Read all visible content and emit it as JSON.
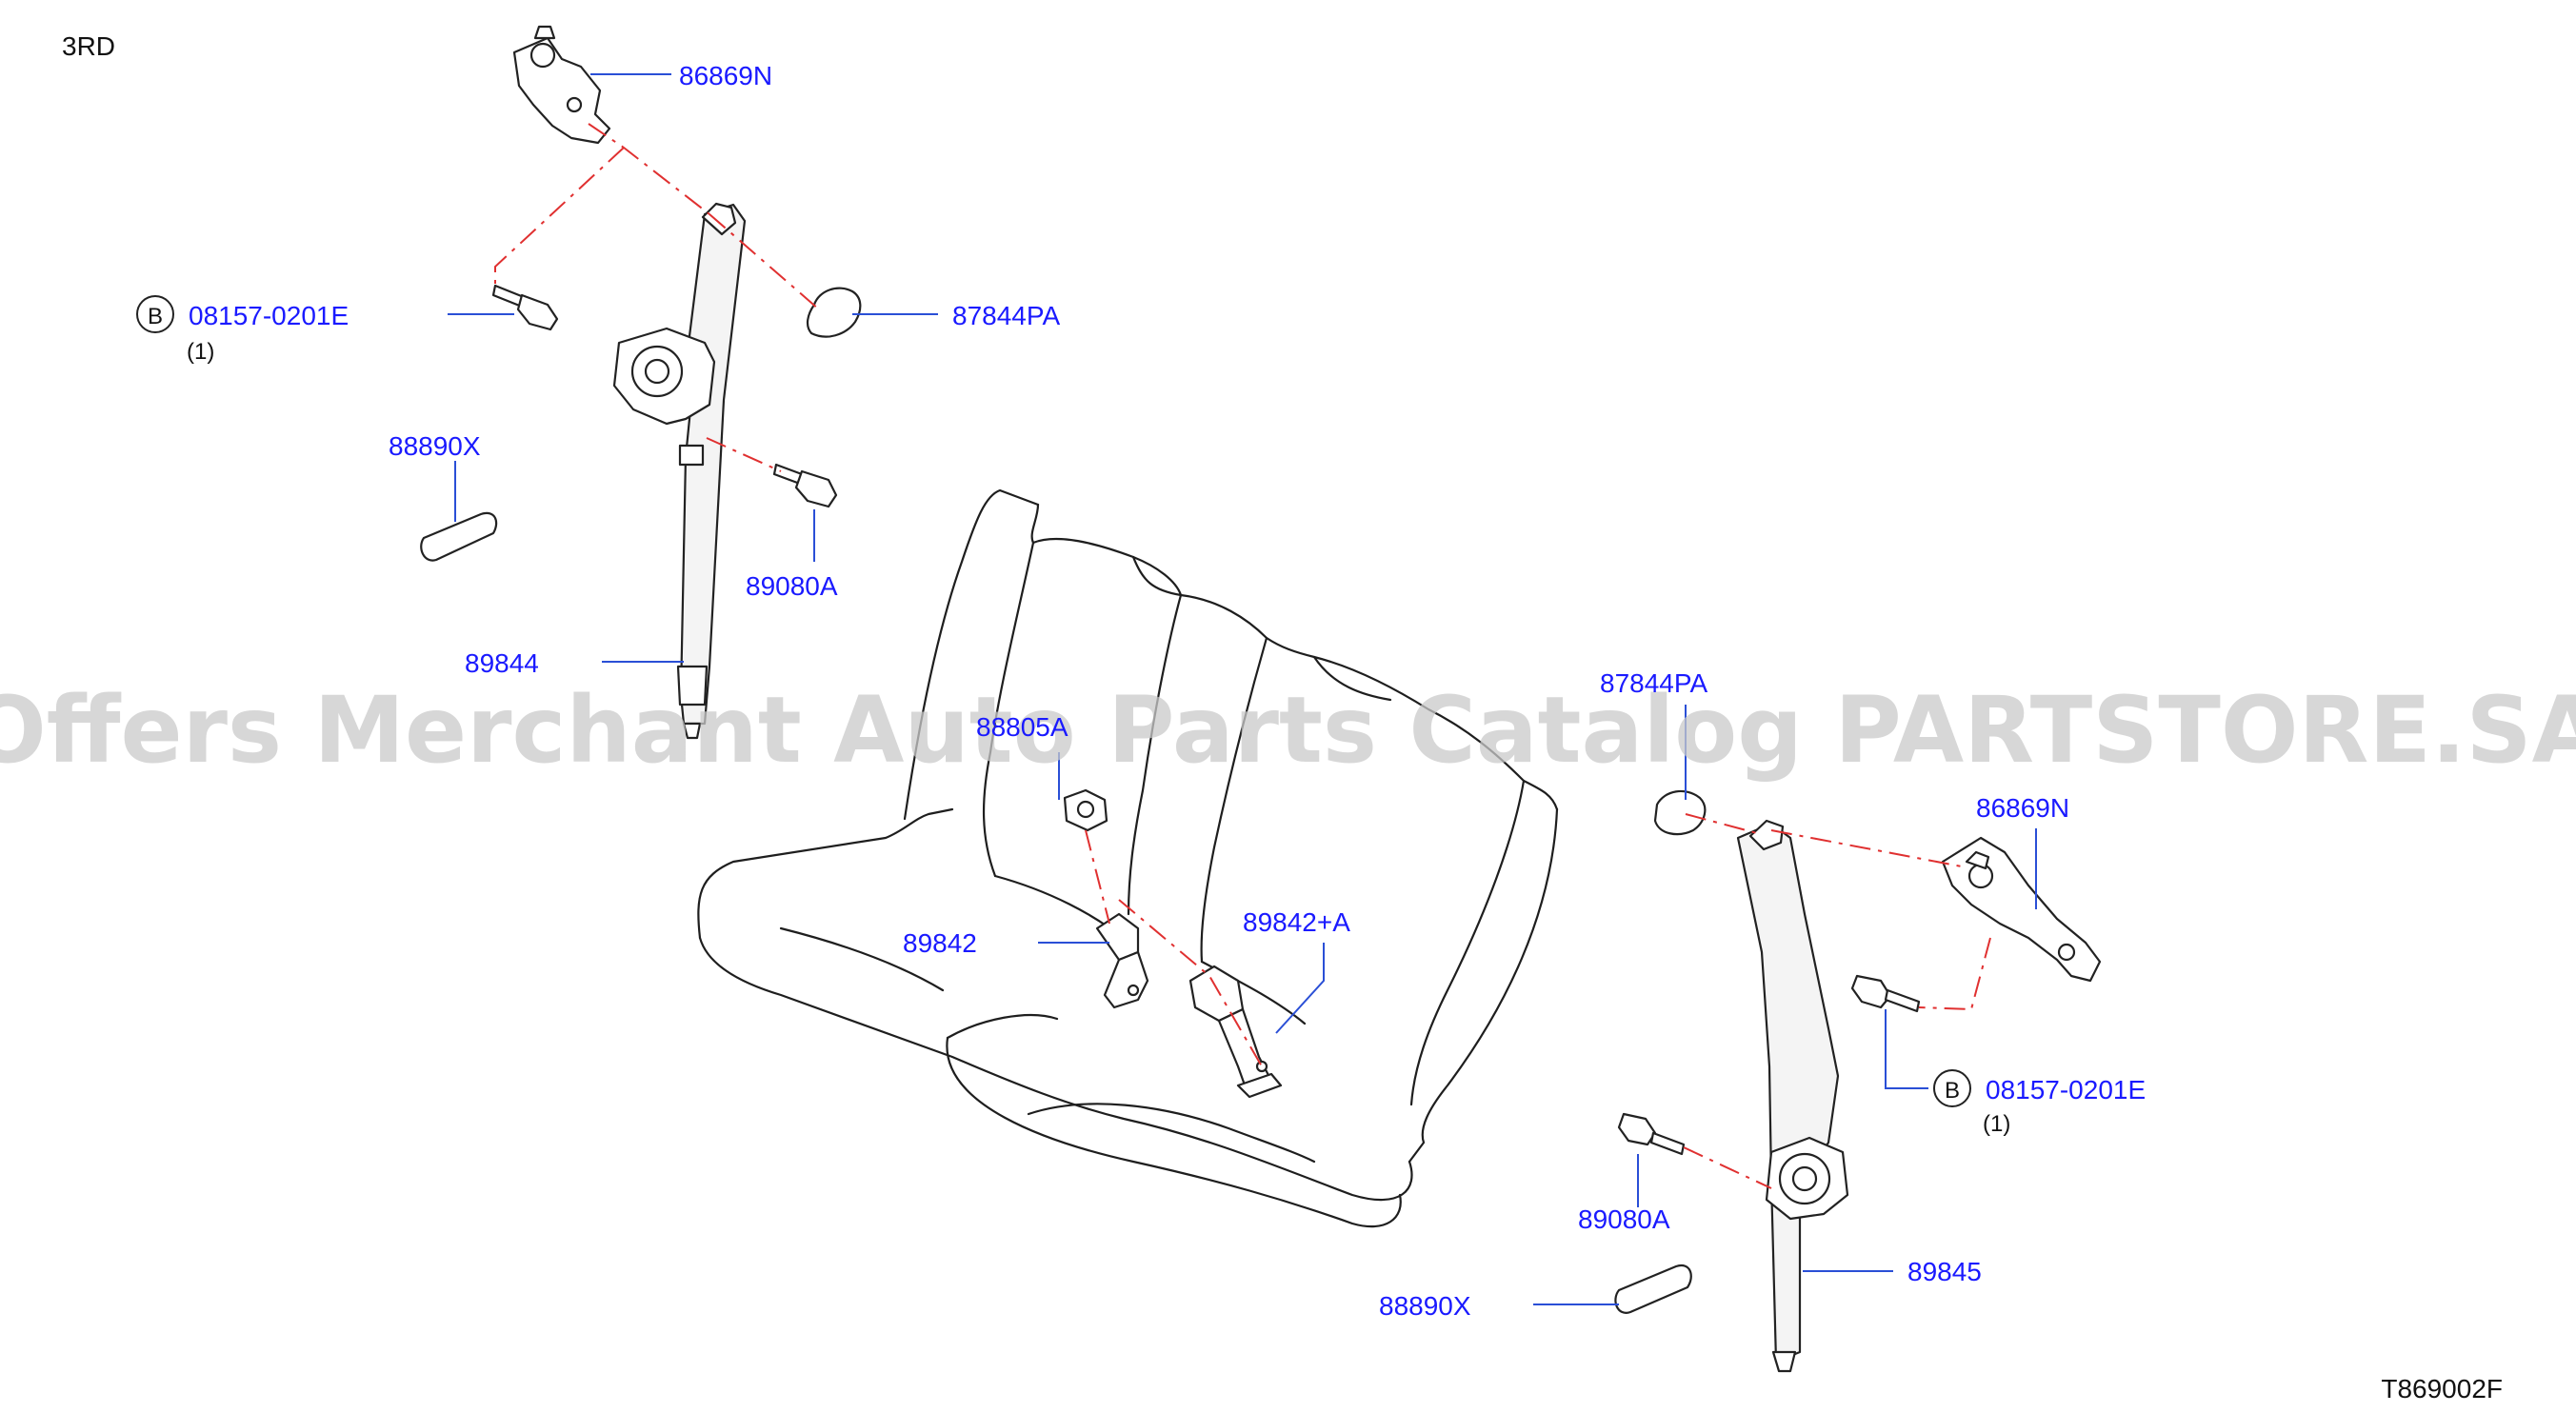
{
  "diagram": {
    "section_label": "3RD",
    "diagram_code": "T869002F",
    "watermark": "Offers Merchant Auto Parts Catalog PARTSTORE.SA",
    "callouts": {
      "p86869n_left": "86869N",
      "p08157_left": "08157-0201E",
      "p08157_left_qty": "(1)",
      "p08157_left_badge": "B",
      "p87844pa_left": "87844PA",
      "p88890x_left": "88890X",
      "p89080a_left": "89080A",
      "p89844": "89844",
      "p88805a": "88805A",
      "p89842": "89842",
      "p89842a": "89842+A",
      "p87844pa_right": "87844PA",
      "p86869n_right": "86869N",
      "p08157_right": "08157-0201E",
      "p08157_right_qty": "(1)",
      "p08157_right_badge": "B",
      "p89080a_right": "89080A",
      "p89845": "89845",
      "p88890x_right": "88890X"
    }
  }
}
